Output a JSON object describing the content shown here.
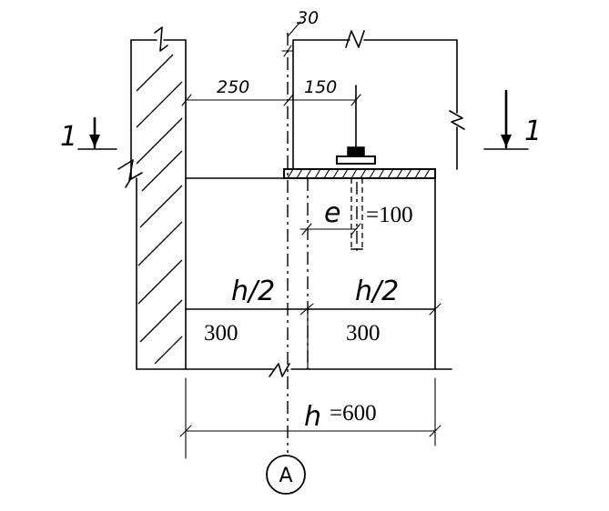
{
  "dimensions": {
    "top_offset": "30",
    "wall_to_edge": "250",
    "edge_to_bolt": "150",
    "eccentricity_symbol": "e",
    "eccentricity_value": "=100",
    "half_height_symbol": "h/2",
    "half_left_value": "300",
    "half_right_value": "300",
    "height_symbol": "h",
    "height_value": "=600"
  },
  "section_marks": {
    "left": "1",
    "right": "1"
  },
  "axis_label": "A"
}
